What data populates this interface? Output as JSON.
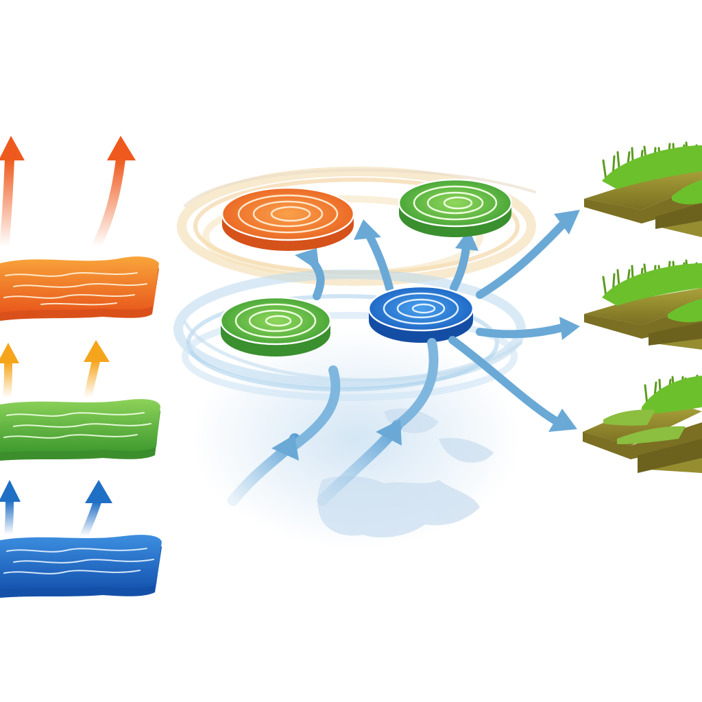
{
  "colors": {
    "background": "#ffffff",
    "warm_layer": "#f07a1a",
    "mid_layer": "#5cb03a",
    "cool_layer": "#1f6fc4",
    "flow_arrow": "#6aa9d6",
    "arrow_warm": "#ee5a1e",
    "arrow_mid": "#f5a51c",
    "arrow_cool": "#1f6fc4",
    "grass": "#66b82a",
    "soil": "#8f8a2e",
    "halo_warm": "#f1c98a",
    "halo_cool": "#b9d8ee"
  },
  "panels": {
    "layers": {
      "items": [
        {
          "color_key": "warm_layer",
          "arrow_color_key": "arrow_warm"
        },
        {
          "color_key": "mid_layer",
          "arrow_color_key": "arrow_mid"
        },
        {
          "color_key": "cool_layer",
          "arrow_color_key": "arrow_cool"
        }
      ]
    },
    "vortex": {
      "discs": [
        {
          "icon": "orange-disc-icon",
          "color_key": "warm_layer"
        },
        {
          "icon": "green-disc-icon",
          "color_key": "mid_layer"
        },
        {
          "icon": "green-disc-icon",
          "color_key": "mid_layer"
        },
        {
          "icon": "blue-disc-icon",
          "color_key": "cool_layer"
        }
      ]
    },
    "grass_plots": {
      "items": [
        {
          "icon": "grass-plot-icon"
        },
        {
          "icon": "grass-plot-icon"
        },
        {
          "icon": "grass-plot-icon"
        }
      ]
    }
  }
}
